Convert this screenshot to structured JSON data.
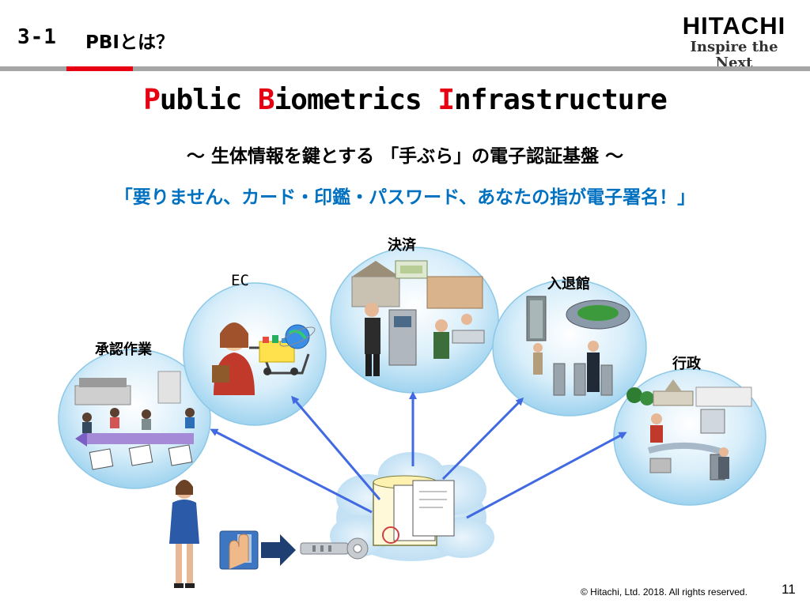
{
  "header": {
    "section_number": "3-1",
    "section_title": "PBIとは？",
    "logo_text": "HITACHI",
    "logo_tagline": "Inspire the Next"
  },
  "title": {
    "p_initial": "P",
    "p_rest": "ublic ",
    "b_initial": "B",
    "b_rest": "iometrics ",
    "i_initial": "I",
    "i_rest": "nfrastructure"
  },
  "subtitle": "～ 生体情報を鍵とする 「手ぶら」の電子認証基盤 ～",
  "tagline": "「要りません、カード・印鑑・パスワード、あなたの指が電子署名！」",
  "services": {
    "approval": "承認作業",
    "ec": "EC",
    "payment": "決済",
    "access": "入退館",
    "government": "行政"
  },
  "colors": {
    "accent_red": "#e60012",
    "accent_blue": "#0070c0",
    "arrow_blue": "#4169e1",
    "bubble_blue": "#bfe3f5"
  },
  "footer": {
    "copyright": "© Hitachi, Ltd. 2018. All rights reserved.",
    "page_number": "11"
  }
}
